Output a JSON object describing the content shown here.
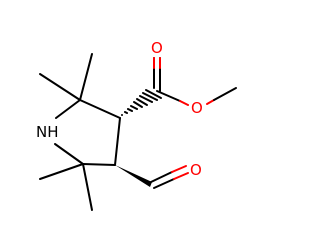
{
  "molecule": {
    "atoms": {
      "nh": {
        "text": "NH",
        "color": "#000000"
      },
      "ester_carbonyl_o": {
        "text": "O",
        "color": "#ff0000"
      },
      "ester_ether_o": {
        "text": "O",
        "color": "#ff0000"
      },
      "aldehyde_o": {
        "text": "O",
        "color": "#ff0000"
      }
    }
  }
}
